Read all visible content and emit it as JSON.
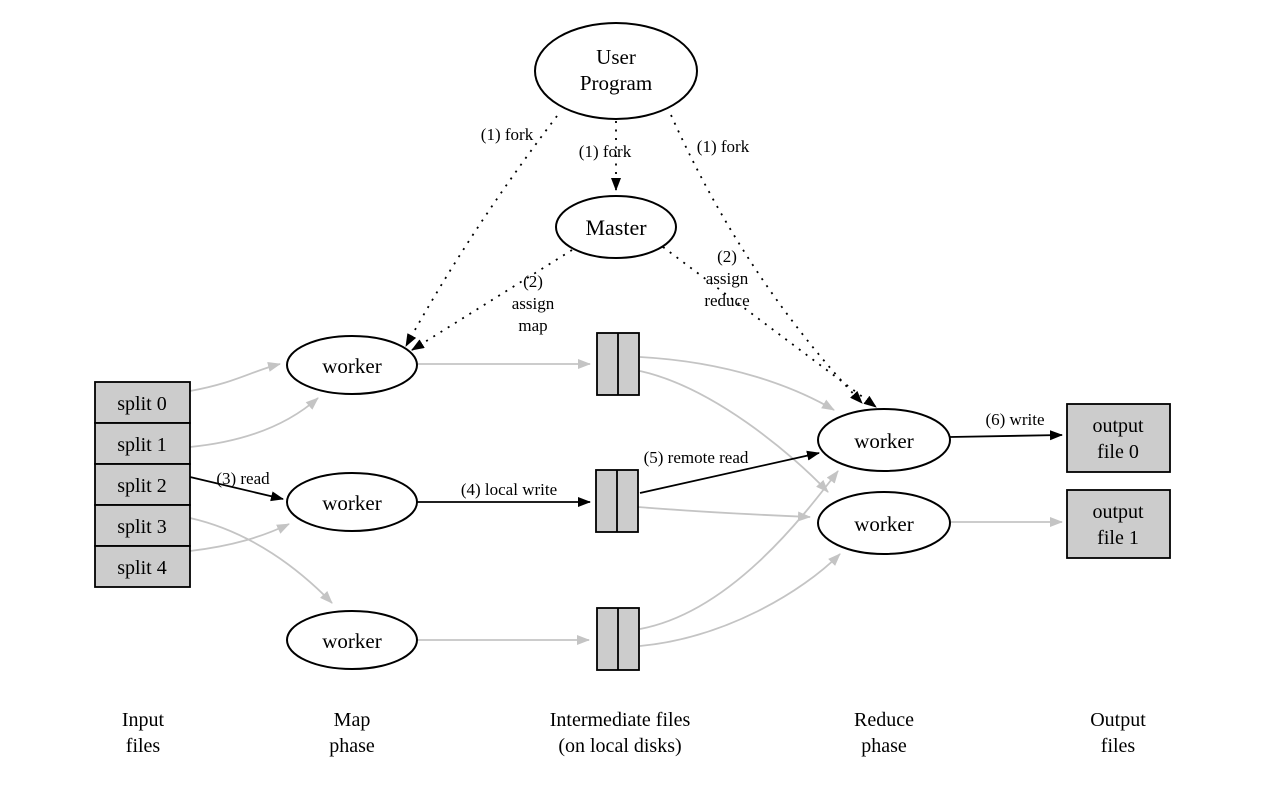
{
  "colors": {
    "background": "#ffffff",
    "node_fill": "#ffffff",
    "box_fill": "#cccccc",
    "stroke_black": "#000000",
    "edge_gray": "#c4c4c4"
  },
  "nodes": {
    "user_program": {
      "line1": "User",
      "line2": "Program"
    },
    "master": {
      "label": "Master"
    },
    "map_workers": [
      {
        "label": "worker"
      },
      {
        "label": "worker"
      },
      {
        "label": "worker"
      }
    ],
    "reduce_workers": [
      {
        "label": "worker"
      },
      {
        "label": "worker"
      }
    ],
    "splits": [
      {
        "label": "split 0"
      },
      {
        "label": "split 1"
      },
      {
        "label": "split 2"
      },
      {
        "label": "split 3"
      },
      {
        "label": "split 4"
      }
    ],
    "intermediate_files": [
      {
        "name": "intermediate-file-1"
      },
      {
        "name": "intermediate-file-2"
      },
      {
        "name": "intermediate-file-3"
      }
    ],
    "output_files": [
      {
        "line1": "output",
        "line2": "file 0"
      },
      {
        "line1": "output",
        "line2": "file 1"
      }
    ]
  },
  "edge_labels": {
    "fork_left": "(1) fork",
    "fork_center": "(1) fork",
    "fork_right": "(1) fork",
    "assign_map": {
      "line1": "(2)",
      "line2": "assign",
      "line3": "map"
    },
    "assign_reduce": {
      "line1": "(2)",
      "line2": "assign",
      "line3": "reduce"
    },
    "read": "(3) read",
    "local_write": "(4) local write",
    "remote_read": "(5) remote read",
    "write": "(6) write"
  },
  "captions": [
    {
      "line1": "Input",
      "line2": "files"
    },
    {
      "line1": "Map",
      "line2": "phase"
    },
    {
      "line1": "Intermediate files",
      "line2": "(on local disks)"
    },
    {
      "line1": "Reduce",
      "line2": "phase"
    },
    {
      "line1": "Output",
      "line2": "files"
    }
  ]
}
